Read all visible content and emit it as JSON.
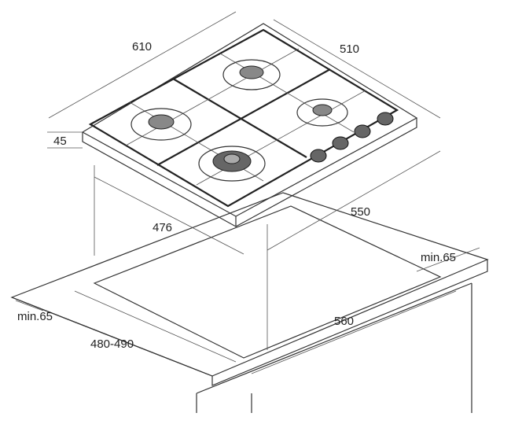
{
  "diagram": {
    "dimensions": {
      "width": "610",
      "depth": "510",
      "thickness": "45",
      "built_in_depth": "476",
      "built_in_width": "550",
      "min_clearance_right": "min.65",
      "min_clearance_front": "min.65",
      "cutout_width": "560",
      "cutout_depth": "480-490"
    },
    "colors": {
      "line": "#333333",
      "background": "#ffffff"
    }
  }
}
